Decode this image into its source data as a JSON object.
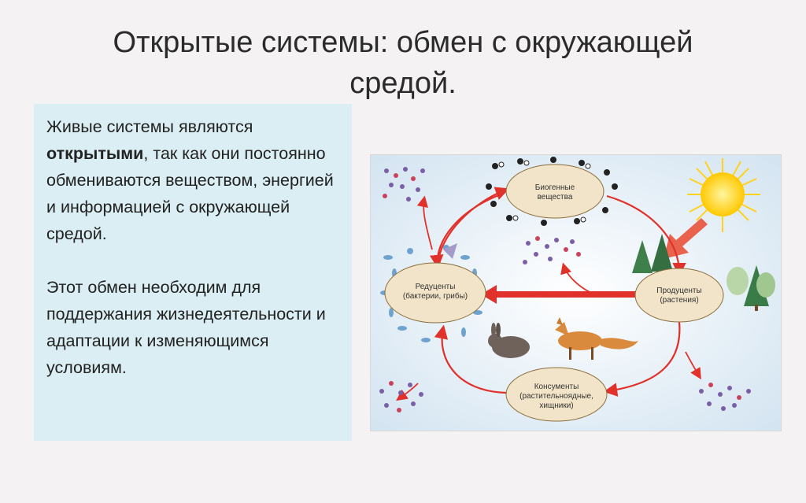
{
  "slide": {
    "title_line1": "Открытые системы: обмен с окружающей",
    "title_line2": "средой."
  },
  "text_block": {
    "p1_part1": "Живые системы являются ",
    "p1_bold": "открытыми",
    "p1_part2": ", так как они постоянно обмениваются веществом, энергией и информацией с окружающей средой.",
    "p2": "Этот обмен необходим для поддержания жизнедеятельности и адаптации к изменяющимся условиям."
  },
  "diagram": {
    "biogenic": {
      "line1": "Биогенные",
      "line2": "вещества"
    },
    "reducers": {
      "line1": "Редуценты",
      "line2": "(бактерии, грибы)"
    },
    "producers": {
      "line1": "Продуценты",
      "line2": "(растения)"
    },
    "consumers": {
      "line1": "Консументы",
      "line2": "(растительноядные,",
      "line3": "хищники)"
    },
    "colors": {
      "arrow": "#e0312b",
      "ellipse": "#f2e4c8",
      "sky": "#dbe9f4",
      "sun": "#ffd21f"
    }
  }
}
